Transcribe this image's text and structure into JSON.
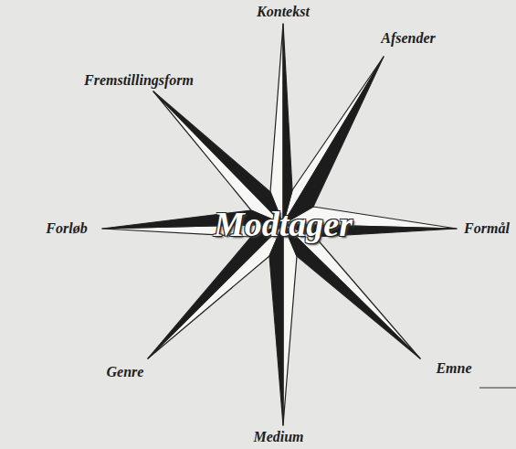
{
  "diagram": {
    "nodes": [
      {
        "text": [
          "Modtager"
        ]
      }
    ],
    "labels": [
      "Kontekst",
      "Fremstillingsform",
      "Afsender",
      "Forløb",
      "Formål",
      "Genre",
      "Emne",
      "Medium"
    ]
  }
}
